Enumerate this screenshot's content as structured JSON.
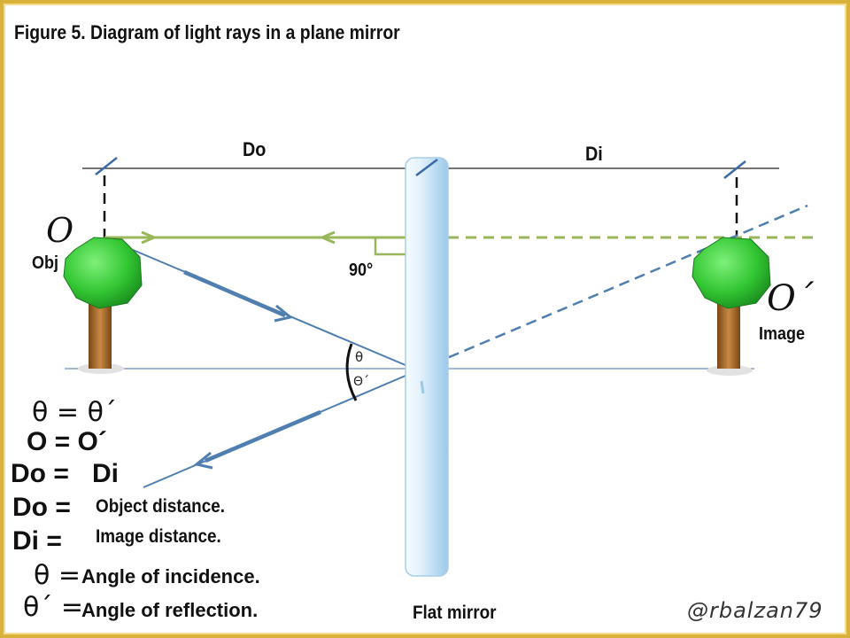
{
  "title": "Figure 5. Diagram of light rays in a plane mirror",
  "labels": {
    "do": "Do",
    "di": "Di",
    "object_letter": "O",
    "object_short": "Obj",
    "right_angle": "90°",
    "image_letter": "O´",
    "image_word": "Image",
    "theta": "θ",
    "theta_prime": "Θ´",
    "mirror": "Flat mirror"
  },
  "legend": {
    "eq1": "θ = θ´",
    "eq2": "O = O´",
    "eq3_left": "Do =",
    "eq3_right": "Di",
    "def_do_term": "Do =",
    "def_do_text": "Object distance.",
    "def_di_term": "Di  =",
    "def_di_text": "Image distance.",
    "def_theta_term": "θ =",
    "def_theta_text": "Angle of incidence.",
    "def_thetap_term": "θ´ =",
    "def_thetap_text": "Angle of reflection."
  },
  "credit": "@rbalzan79",
  "colors": {
    "frame": "#d9b23c",
    "ray_green": "#9ab65a",
    "ray_blue": "#4f7fb0",
    "mirror": "#cfe6f7",
    "foliage": "#3cc93c",
    "trunk": "#a8682a"
  }
}
